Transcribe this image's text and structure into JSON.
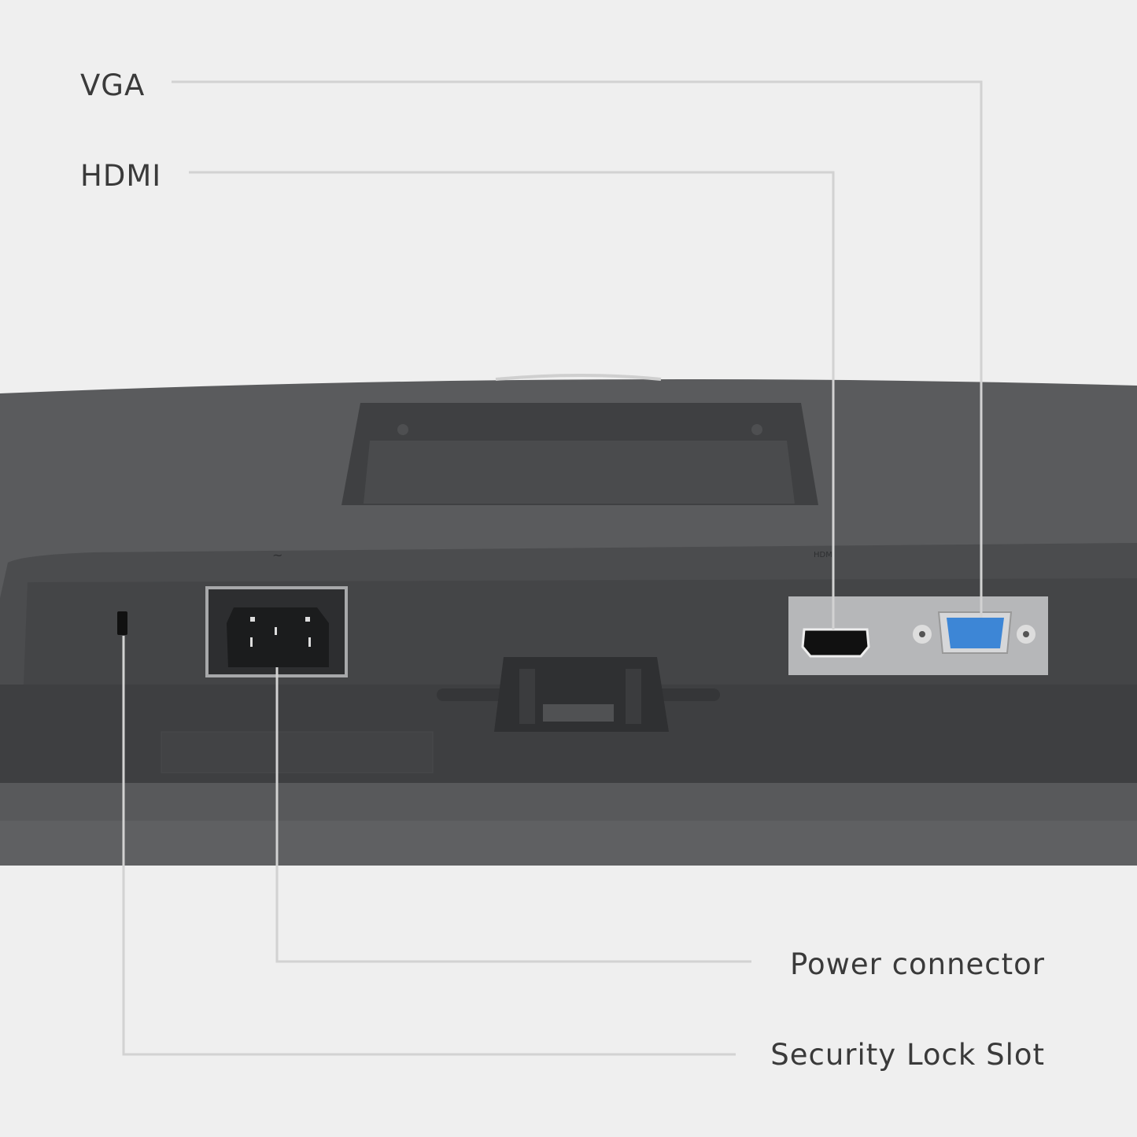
{
  "callouts": {
    "vga": "VGA",
    "hdmi": "HDMI",
    "power": "Power connector",
    "security": "Security Lock Slot"
  },
  "colors": {
    "background": "#efefef",
    "monitor_body": "#57585a",
    "rear_panel": "#4b4c4e",
    "leader_line": "#d2d2d2",
    "port_plate": "#b9babc",
    "vga_port": "#3d86d6",
    "text": "#3a3a3a"
  }
}
